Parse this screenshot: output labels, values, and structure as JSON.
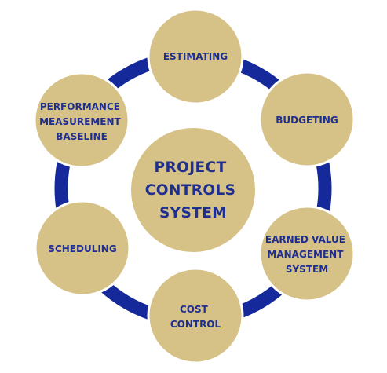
{
  "diagram": {
    "colors": {
      "ring": "#15299a",
      "circle_fill": "#d6c187",
      "circle_stroke": "#ffffff",
      "text": "#1f2f8f",
      "background": "#ffffff"
    },
    "center": {
      "lines": [
        "PROJECT",
        "CONTROLS",
        "SYSTEM"
      ]
    },
    "nodes": [
      {
        "id": "estimating",
        "lines": [
          "ESTIMATING"
        ]
      },
      {
        "id": "budgeting",
        "lines": [
          "BUDGETING"
        ]
      },
      {
        "id": "earned-value",
        "lines": [
          "EARNED VALUE",
          "MANAGEMENT",
          "SYSTEM"
        ]
      },
      {
        "id": "cost-control",
        "lines": [
          "COST",
          "CONTROL"
        ]
      },
      {
        "id": "scheduling",
        "lines": [
          "SCHEDULING"
        ]
      },
      {
        "id": "performance-baseline",
        "lines": [
          "PERFORMANCE",
          "MEASUREMENT",
          "BASELINE"
        ]
      }
    ]
  }
}
